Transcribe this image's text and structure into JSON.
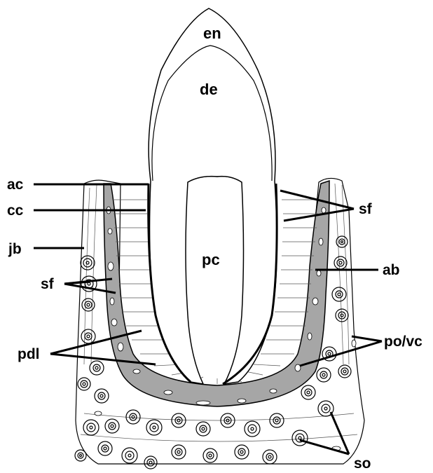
{
  "labels": {
    "en": "en",
    "de": "de",
    "pc": "pc",
    "ac": "ac",
    "cc": "cc",
    "jb": "jb",
    "sf_left": "sf",
    "sf_right": "sf",
    "ab": "ab",
    "pdl": "pdl",
    "po_vc": "po/vc",
    "so": "so"
  },
  "colors": {
    "bone_gray": "#a6a6a6",
    "line": "#000000",
    "background": "#ffffff"
  }
}
